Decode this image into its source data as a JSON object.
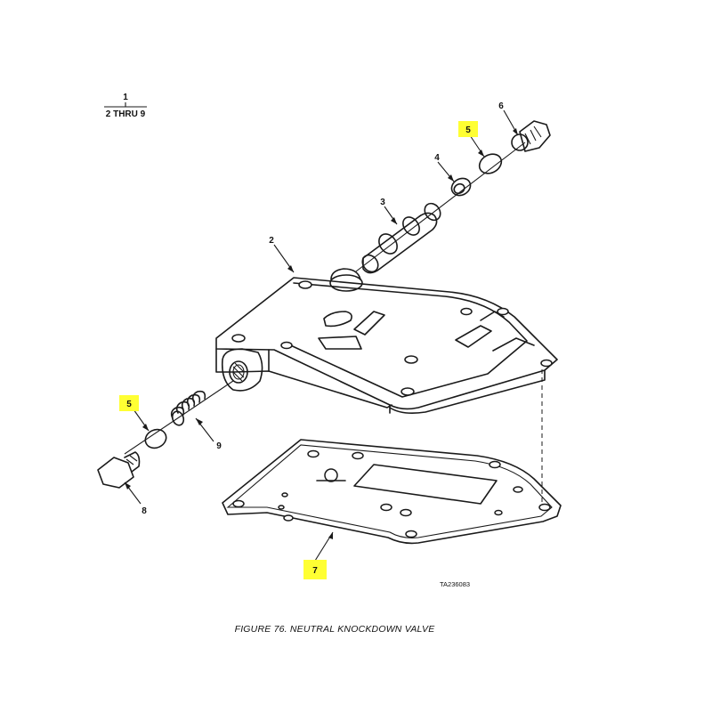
{
  "figure": {
    "caption": "FIGURE 76.  NEUTRAL KNOCKDOWN VALVE",
    "art_number": "TA236083"
  },
  "legend": {
    "top": "1",
    "bottom": "2 THRU 9"
  },
  "callouts": {
    "c2": "2",
    "c3": "3",
    "c4": "4",
    "c5a": "5",
    "c5b": "5",
    "c6": "6",
    "c7": "7",
    "c8": "8",
    "c9": "9"
  },
  "highlight_color": "#ffff33"
}
